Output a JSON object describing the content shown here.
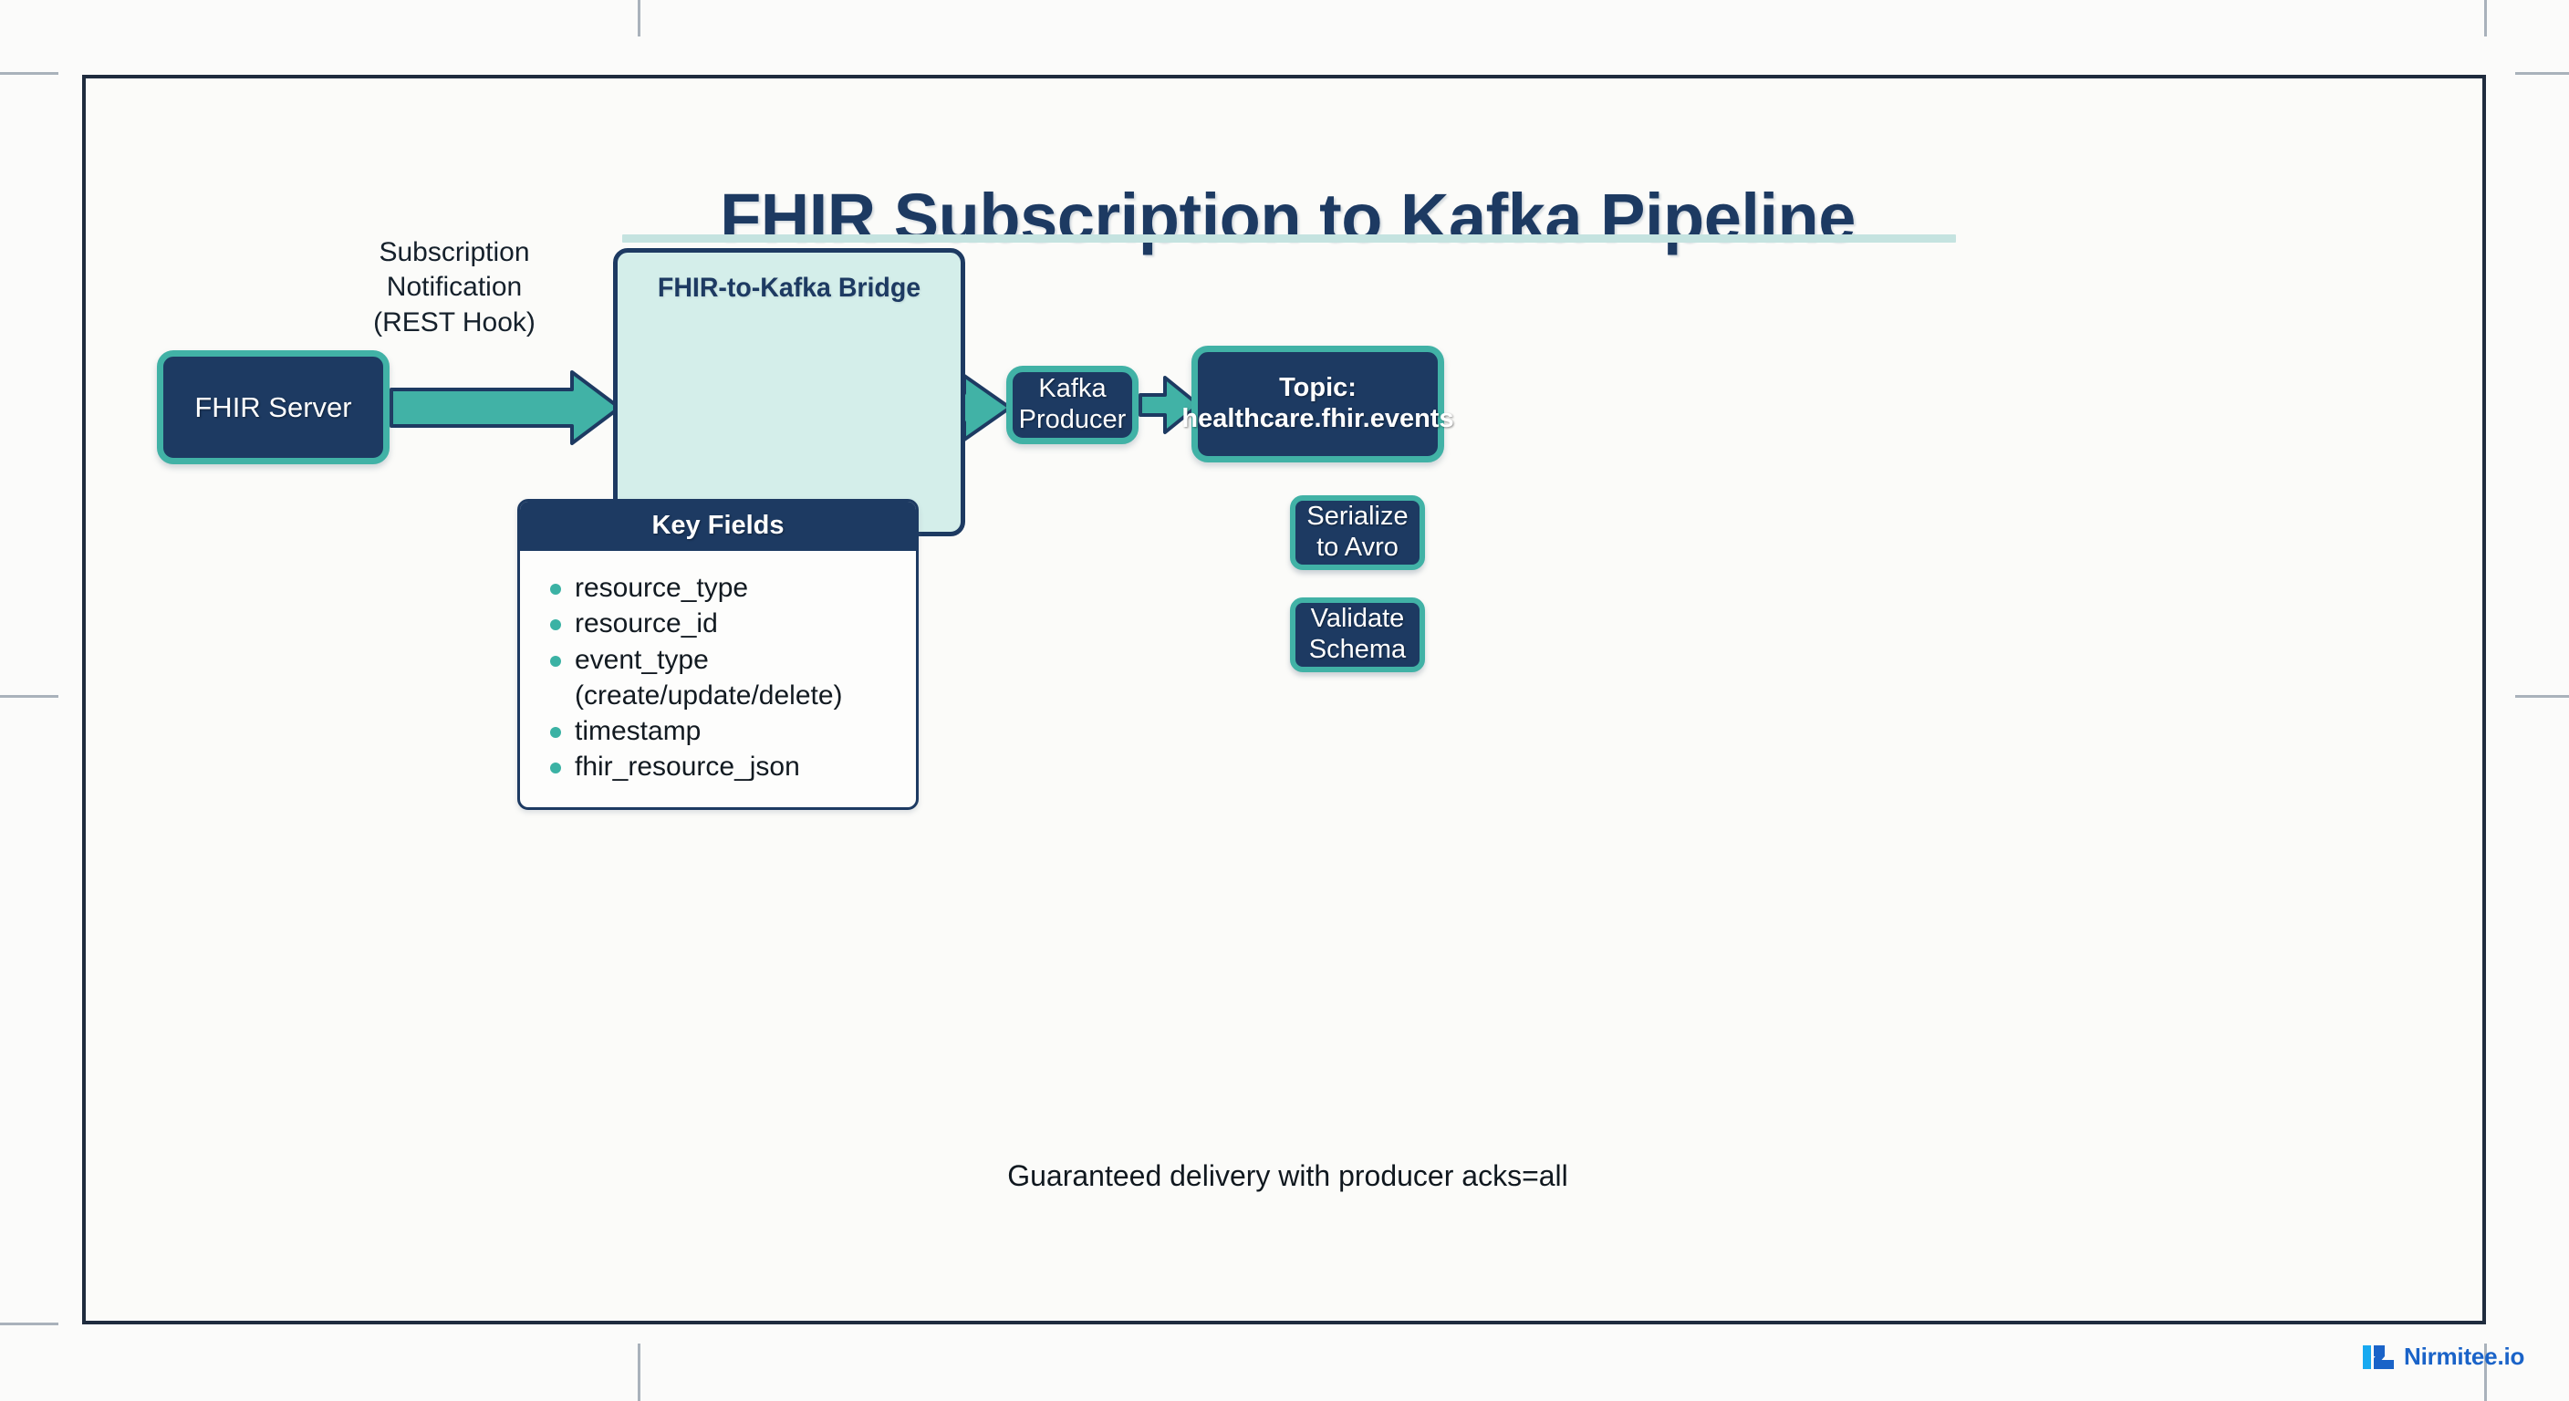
{
  "page": {
    "title": "FHIR Subscription to Kafka Pipeline",
    "footer_note": "Guaranteed delivery with producer acks=all"
  },
  "colors": {
    "navy": "#1d3a62",
    "teal": "#41b2a6",
    "mint_bg": "#d4eeea",
    "underline": "#c5e3e0",
    "canvas": "#fbfbf9",
    "bullet": "#3bb2a4",
    "brand_blue": "#1a63c8",
    "brand_cyan": "#18a9f0"
  },
  "nodes": {
    "fhir_server": {
      "label": "FHIR Server"
    },
    "kafka_producer": {
      "label": "Kafka\nProducer",
      "line1": "Kafka",
      "line2": "Producer"
    },
    "topic": {
      "line1": "Topic:",
      "line2": "healthcare.fhir.events"
    },
    "serialize": {
      "line1": "Serialize",
      "line2": "to Avro"
    },
    "validate": {
      "line1": "Validate",
      "line2": "Schema"
    }
  },
  "bridge": {
    "title": "FHIR-to-Kafka Bridge"
  },
  "edges": {
    "subscription": {
      "line1": "Subscription",
      "line2": "Notification",
      "line3": "(REST Hook)"
    }
  },
  "key_fields": {
    "header": "Key Fields",
    "items": [
      "resource_type",
      "resource_id",
      "event_type (create/update/delete)",
      "timestamp",
      "fhir_resource_json"
    ]
  },
  "brand": {
    "name": "Nirmitee.io",
    "mark": "nirmitee-logo-icon"
  }
}
